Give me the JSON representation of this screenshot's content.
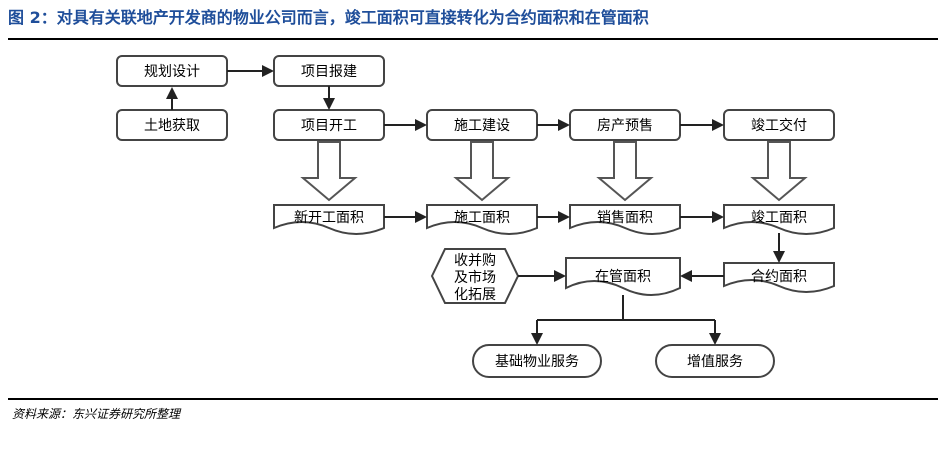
{
  "title": "图 2：对具有关联地产开发商的物业公司而言，竣工面积可直接转化为合约面积和在管面积",
  "source": "资料来源：东兴证券研究所整理",
  "nodes": {
    "planning_design": "规划设计",
    "land_acquisition": "土地获取",
    "project_approval": "项目报建",
    "project_start": "项目开工",
    "construction": "施工建设",
    "presale": "房产预售",
    "delivery": "竣工交付",
    "new_start_area": "新开工面积",
    "construction_area": "施工面积",
    "sales_area": "销售面积",
    "completed_area": "竣工面积",
    "contracted_area": "合约面积",
    "managed_area": "在管面积",
    "ma_expansion": [
      "收并购",
      "及市场",
      "化拓展"
    ],
    "basic_services": "基础物业服务",
    "value_added_services": "增值服务"
  }
}
